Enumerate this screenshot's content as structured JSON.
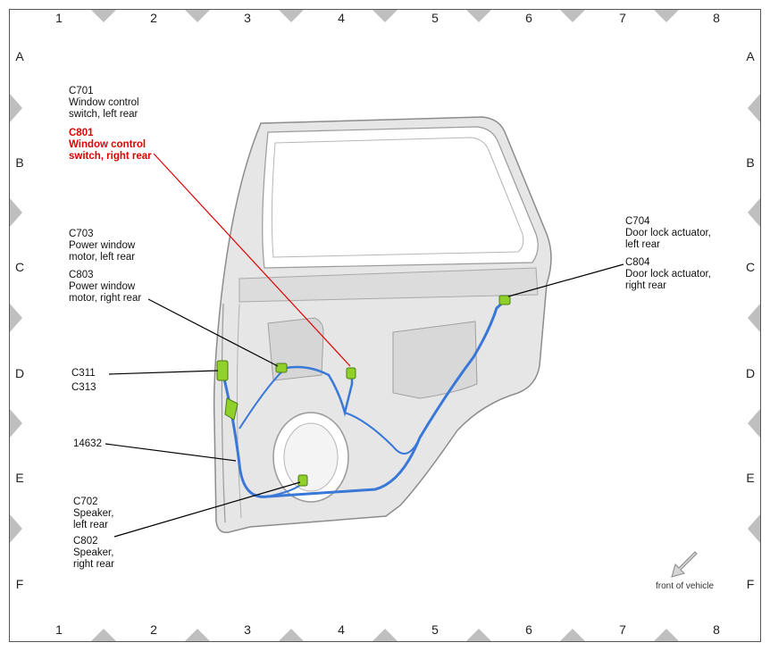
{
  "grid": {
    "columns": [
      "1",
      "2",
      "3",
      "4",
      "5",
      "6",
      "7",
      "8"
    ],
    "rows": [
      "A",
      "B",
      "C",
      "D",
      "E",
      "F"
    ]
  },
  "callouts": {
    "c701": {
      "code": "C701",
      "line1": "Window control",
      "line2": "switch, left rear"
    },
    "c801": {
      "code": "C801",
      "line1": "Window control",
      "line2": "switch, right rear"
    },
    "c703": {
      "code": "C703",
      "line1": "Power window",
      "line2": "motor, left rear"
    },
    "c803": {
      "code": "C803",
      "line1": "Power window",
      "line2": "motor, right rear"
    },
    "c704": {
      "code": "C704",
      "line1": "Door lock actuator,",
      "line2": "left rear"
    },
    "c804": {
      "code": "C804",
      "line1": "Door lock actuator,",
      "line2": "right rear"
    },
    "c311": {
      "code": "C311"
    },
    "c313": {
      "code": "C313"
    },
    "part14632": {
      "code": "14632"
    },
    "c702": {
      "code": "C702",
      "line1": "Speaker,",
      "line2": "left rear"
    },
    "c802": {
      "code": "C802",
      "line1": "Speaker,",
      "line2": "right rear"
    }
  },
  "orientation": {
    "label": "front of vehicle",
    "icon": "front-arrow-icon"
  },
  "colors": {
    "highlight": "#e00000",
    "leader": "#000000",
    "harness": "#3a78d8",
    "connector": "#8fd12a",
    "door_fill": "#e8e8e8",
    "door_edge": "#9a9a9a",
    "marker": "#bdbdbd"
  }
}
